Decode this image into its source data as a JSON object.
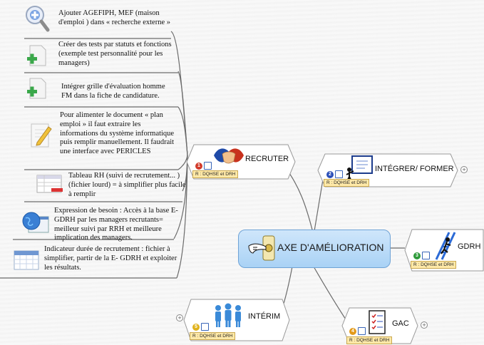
{
  "center": {
    "label": "AXE D'AMÉLIORATION",
    "icon": "hand-doorbell-icon",
    "fill": "#b9dcf8"
  },
  "branches": {
    "recruter": {
      "label": "RECRUTER",
      "priority": "1",
      "priority_color": "#d23b2b",
      "resp": "R : DQHSE et DRH",
      "icon": "handshake-icon"
    },
    "integrer": {
      "label": "INTÉGRER/ FORMER",
      "priority": "2",
      "priority_color": "#2b4fb8",
      "resp": "R : DQHSE et DRH",
      "icon": "presentation-board-icon"
    },
    "gdrh": {
      "label": "GDRH",
      "priority": "3",
      "priority_color": "#2e9a3a",
      "resp": "R : DQHSE et DRH",
      "icon": "ladder-climber-icon"
    },
    "gac": {
      "label": "GAC",
      "priority": "4",
      "priority_color": "#e39a1a",
      "resp": "R : DQHSE et DRH",
      "icon": "checklist-icon"
    },
    "interim": {
      "label": "INTÉRIM",
      "priority": "5",
      "priority_color": "#e0b21c",
      "resp": "R : DQHSE et DRH",
      "icon": "people-group-icon"
    }
  },
  "notes": [
    {
      "text": "Ajouter AGEFIPH, MEF (maison d'emploi ) dans « recherche externe »",
      "icon": "magnifier-add-icon"
    },
    {
      "text": "Créer des tests par statuts et fonctions (exemple test personnalité pour les managers)",
      "icon": "add-document-icon"
    },
    {
      "text": "Intégrer grille d'évaluation homme FM dans la fiche de candidature.",
      "icon": "add-document-icon"
    },
    {
      "text": "Pour alimenter le document « plan emploi » il faut extraire les informations du système informatique puis remplir manuellement. Il faudrait une interface avec PERICLES",
      "icon": "edit-document-icon"
    },
    {
      "text": "Tableau RH (suivi de recrutement... )  (fichier lourd) = à simplifier plus facile à remplir",
      "icon": "spreadsheet-remove-icon"
    },
    {
      "text": "Expression de besoin : Accès à la base E-GDRH par les managers recrutants= meilleur suivi par RRH et meilleure implication des managers.",
      "icon": "globe-window-icon"
    },
    {
      "text": "Indicateur durée de recrutement : fichier à simplifier, partir de la E- GDRH et exploiter les résultats.",
      "icon": "calendar-icon"
    }
  ],
  "colors": {
    "link": "#6b6b6b",
    "resp_bg": "#ffe9a8",
    "checkbox": "#3a66b8"
  }
}
